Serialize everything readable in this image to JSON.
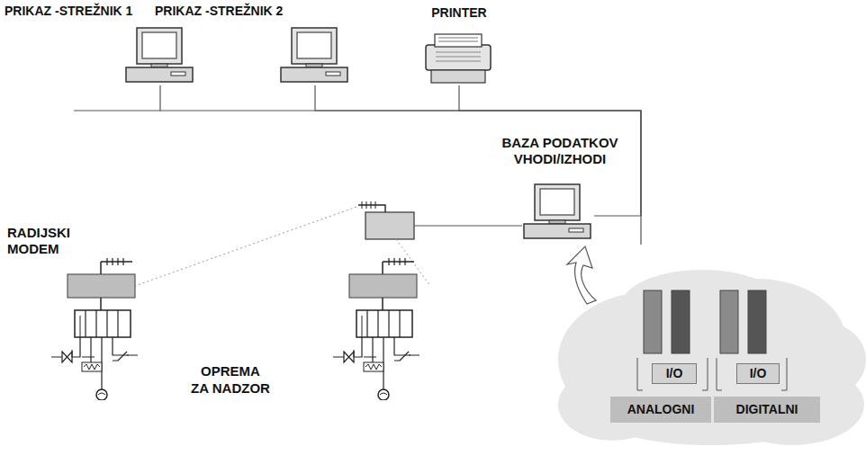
{
  "diagram": {
    "nodes": [
      {
        "text": [
          "PRIKAZ -STREŽNIK 1"
        ]
      },
      {
        "text": [
          "PRIKAZ -STREŽNIK 2"
        ]
      },
      {
        "text": [
          "PRINTER"
        ]
      },
      {
        "text": [
          "BAZA PODATKOV VHODI/IZHODI"
        ]
      },
      {
        "text": [
          "RADIJSKI MODEM"
        ]
      },
      {
        "text": [
          "I/O"
        ]
      },
      {
        "text": [
          "I/O"
        ]
      },
      {
        "text": [
          "ANALOGNI"
        ]
      },
      {
        "text": [
          "DIGITALNI"
        ]
      }
    ],
    "edges": [
      {
        "from": 0,
        "to": 3,
        "arrow": "none"
      },
      {
        "from": 1,
        "to": 3,
        "arrow": "none"
      },
      {
        "from": 2,
        "to": 3,
        "arrow": "none"
      }
    ],
    "labels": [
      "OPREMA ZA NADZOR"
    ]
  }
}
